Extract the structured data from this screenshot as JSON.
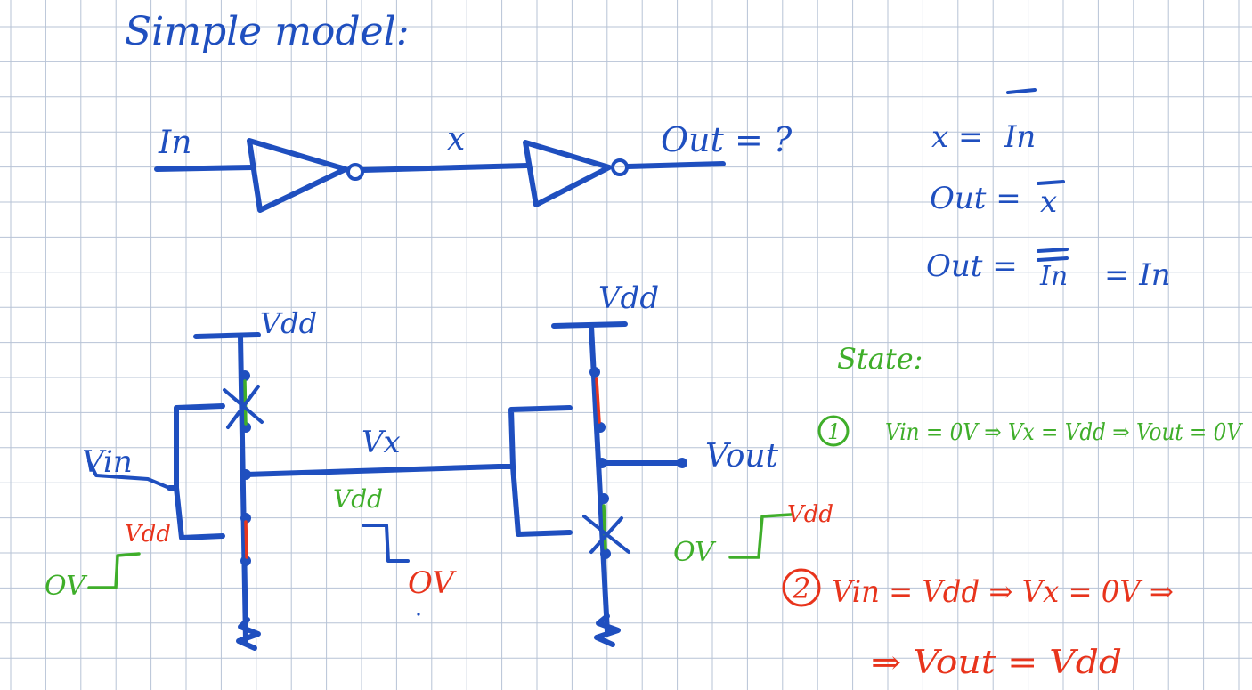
{
  "title": "Simple model:",
  "top_diagram": {
    "input_label": "In",
    "node_label": "x",
    "output_label": "Out = ?"
  },
  "equations": {
    "line1_left": "x =",
    "line1_right": "In",
    "line2_left": "Out =",
    "line2_right": "x",
    "line3_left": "Out =",
    "line3_mid": "In",
    "line3_right": "= In"
  },
  "circuit": {
    "vdd_left": "Vdd",
    "vdd_right": "Vdd",
    "vin": "Vin",
    "vx": "Vx",
    "vout": "Vout",
    "left_step_low": "OV",
    "left_step_high": "Vdd",
    "mid_step_high": "Vdd",
    "mid_step_low": "OV",
    "right_step_low": "OV",
    "right_step_high": "Vdd"
  },
  "states": {
    "heading": "State:",
    "state1_num": "1",
    "state1_text": "Vin = 0V ⇒ Vx = Vdd ⇒ Vout = 0V",
    "state2_num": "2",
    "state2_text": "Vin = Vdd ⇒ Vx = 0V ⇒",
    "state2_text2": "⇒ Vout = Vdd"
  },
  "colors": {
    "ink_blue": "#1f4fbf",
    "ink_green": "#3fae2a",
    "ink_red": "#e8341c",
    "grid": "#b7c3d6"
  }
}
